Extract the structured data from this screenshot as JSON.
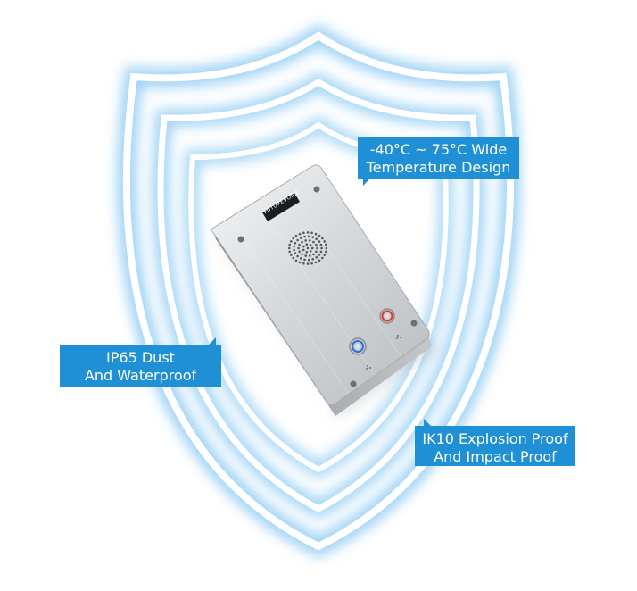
{
  "callouts": {
    "temperature": {
      "line1": "-40°C ~ 75°C Wide",
      "line2": "Temperature Design"
    },
    "ip65": {
      "line1": "IP65 Dust",
      "line2": "And Waterproof"
    },
    "ik10": {
      "line1": "IK10 Explosion Proof",
      "line2": "And Impact Proof"
    }
  },
  "device": {
    "brand": "FUTUREVOICE",
    "left_button_color": "#2f6fe0",
    "right_button_color": "#e23a2a"
  },
  "colors": {
    "callout_bg": "#1f8fd6",
    "shield_glow": "#7fc4f2"
  }
}
